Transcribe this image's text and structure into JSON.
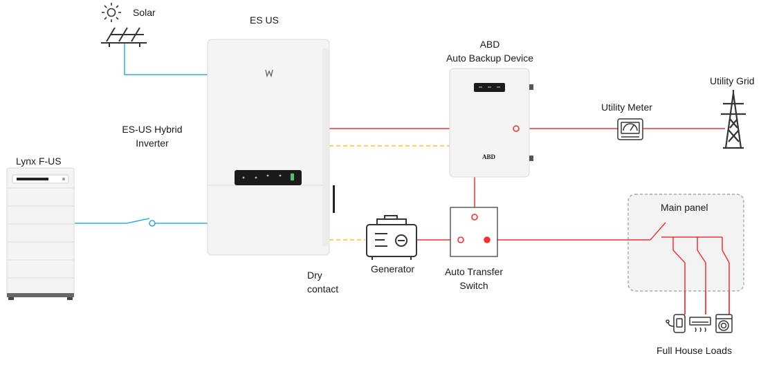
{
  "labels": {
    "solar": "Solar",
    "es_us": "ES US",
    "abd_title": "ABD",
    "abd_subtitle": "Auto Backup Device",
    "utility_grid": "Utility Grid",
    "utility_meter": "Utility Meter",
    "hybrid_line1": "ES-US Hybrid",
    "hybrid_line2": "Inverter",
    "lynx": "Lynx F-US",
    "main_panel": "Main panel",
    "generator": "Generator",
    "ats_line1": "Auto Transfer",
    "ats_line2": "Switch",
    "dry_line1": "Dry",
    "dry_line2": "contact",
    "full_house_loads": "Full House Loads",
    "abd_device_mark": "ABD"
  },
  "colors": {
    "ac_line": "#ee3333",
    "dc_line": "#33aadd",
    "signal_line": "#f2c12e",
    "device_body": "#f4f4f4",
    "device_edge": "#d8d8d8",
    "panel_border": "#999999",
    "panel_fill": "#f3f3f3",
    "icon_stroke": "#333333"
  },
  "icons": [
    "sun-icon",
    "solar-panel-icon",
    "generator-icon",
    "utility-meter-icon",
    "transmission-tower-icon",
    "water-heater-icon",
    "air-conditioner-icon",
    "washing-machine-icon"
  ]
}
